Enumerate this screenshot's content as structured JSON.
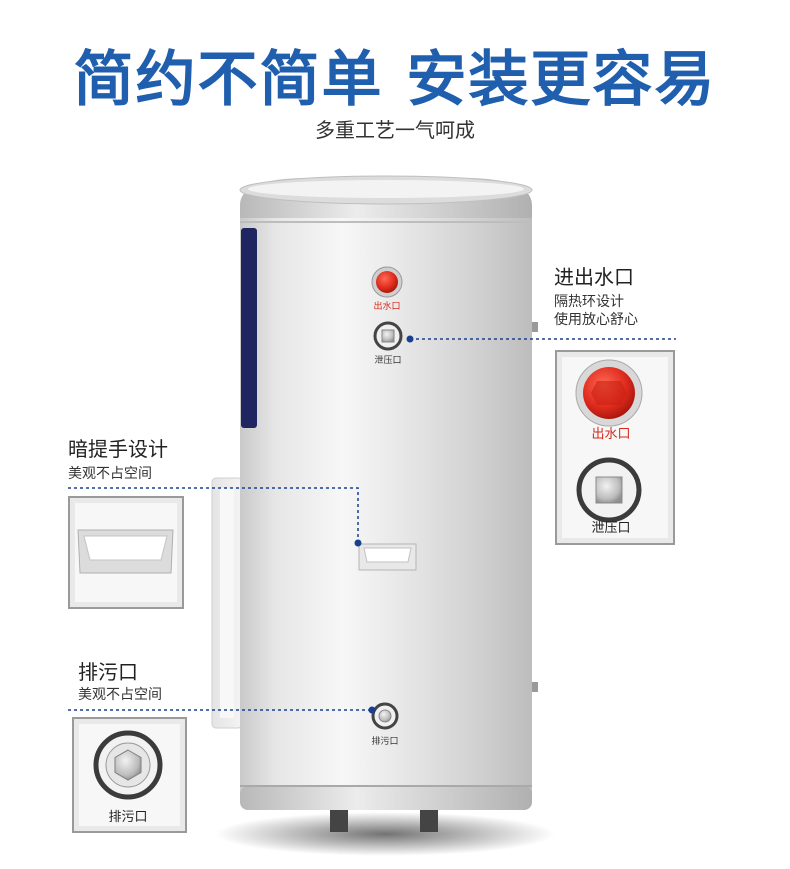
{
  "header": {
    "title": "简约不简单 安装更容易",
    "subtitle": "多重工艺一气呵成"
  },
  "heater": {
    "outlet_label": "出水口",
    "relief_label": "泄压口",
    "drain_label": "排污口"
  },
  "callouts": {
    "water_outlet": {
      "title": "进出水口",
      "desc_line1": "隔热环设计",
      "desc_line2": "使用放心舒心",
      "inset_outlet_label": "出水口",
      "inset_relief_label": "泄压口"
    },
    "handle": {
      "title": "暗提手设计",
      "desc": "美观不占空间"
    },
    "drain": {
      "title": "排污口",
      "desc": "美观不占空间",
      "inset_label": "排污口"
    }
  },
  "colors": {
    "headline_blue": "#1f5fae",
    "leader_blue": "#1b3f8f",
    "outlet_red": "#e02c1e",
    "panel_navy": "#1e2560"
  }
}
